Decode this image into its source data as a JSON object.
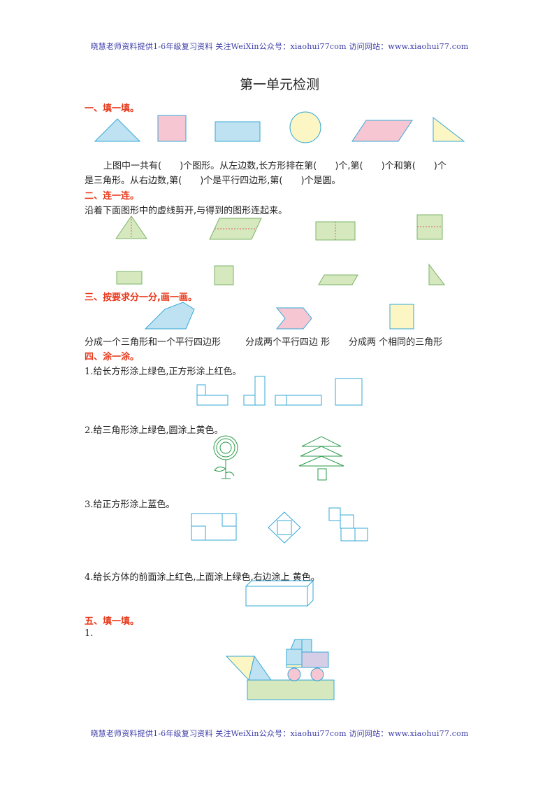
{
  "header": {
    "text": "晓慧老师资料提供1-6年级复习资料 关注WeiXin公众号：xiaohui77com  访问网站：www.xiaohui77.com"
  },
  "footer": {
    "text": "晓慧老师资料提供1-6年级复习资料 关注WeiXin公众号：xiaohui77com  访问网站：www.xiaohui77.com"
  },
  "title": "第一单元检测",
  "sections": {
    "s1": {
      "heading": "一、填一填。",
      "line1": "上图中一共有(　　)个图形。从左边数,长方形排在第(　　)个,第(　　)个和第(　　)个",
      "line2": "是三角形。从右边数,第(　　)个是平行四边形,第(　　)个是圆。"
    },
    "s2": {
      "heading": "二、连一连。",
      "instruction": "沿着下面图形中的虚线剪开,与得到的图形连起来。"
    },
    "s3": {
      "heading": "三、按要求分一分,画一画。",
      "caption1": "分成一个三角形和一个平行四边形",
      "caption2": "分成两个平行四边 形",
      "caption3": "分成两 个相同的三角形"
    },
    "s4": {
      "heading": "四、涂一涂。",
      "q1_num": "1.",
      "q1": "给长方形涂上绿色,正方形涂上红色。",
      "q2_num": "2.",
      "q2": "给三角形涂上绿色,圆涂上黄色。",
      "q3_num": "3.",
      "q3": "给正方形涂上蓝色。",
      "q4_num": "4.",
      "q4": "给长方体的前面涂上红色,上面涂上绿色,右边涂上 黄色。"
    },
    "s5": {
      "heading": "五、填一填。",
      "q1_num": "1."
    }
  },
  "colors": {
    "blue_fill": "#bfe2f2",
    "pink_fill": "#f6c6d2",
    "yellow_fill": "#fbf6c4",
    "green_fill": "#d6e8be",
    "purple_fill": "#d6cde6",
    "stroke": "#35a8d6",
    "green_stroke": "#7cb36a",
    "heading_red": "#e8381b",
    "header_blue": "#3c3ca8"
  }
}
